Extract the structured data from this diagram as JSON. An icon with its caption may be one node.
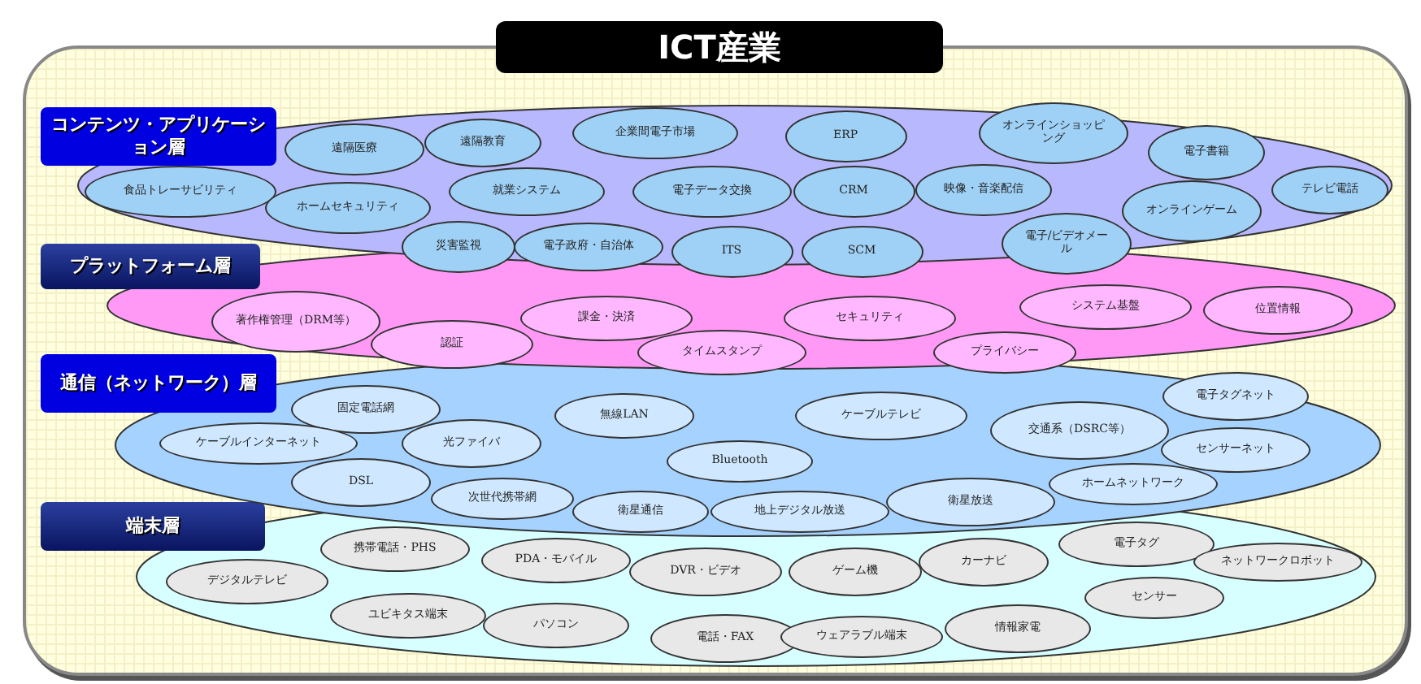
{
  "diagram": {
    "nodes": [
      {
        "text": [
          "ICT産業"
        ]
      },
      {
        "text": [
          "コンテンツ・アプリケーション層"
        ],
        "in": 0
      },
      {
        "text": [
          "遠隔医療"
        ],
        "in": 1
      },
      {
        "text": [
          "遠隔教育"
        ],
        "in": 1
      },
      {
        "text": [
          "企業間電子市場"
        ],
        "in": 1
      },
      {
        "text": [
          "ERP"
        ],
        "in": 1
      },
      {
        "text": [
          "オンラインショッピング"
        ],
        "in": 1
      },
      {
        "text": [
          "電子書籍"
        ],
        "in": 1
      },
      {
        "text": [
          "食品トレーサビリティ"
        ],
        "in": 1
      },
      {
        "text": [
          "ホームセキュリティ"
        ],
        "in": 1
      },
      {
        "text": [
          "就業システム"
        ],
        "in": 1
      },
      {
        "text": [
          "電子データ交換"
        ],
        "in": 1
      },
      {
        "text": [
          "CRM"
        ],
        "in": 1
      },
      {
        "text": [
          "映像・音楽配信"
        ],
        "in": 1
      },
      {
        "text": [
          "オンラインゲーム"
        ],
        "in": 1
      },
      {
        "text": [
          "テレビ電話"
        ],
        "in": 1
      },
      {
        "text": [
          "災害監視"
        ],
        "in": 1
      },
      {
        "text": [
          "電子政府・自治体"
        ],
        "in": 1
      },
      {
        "text": [
          "ITS"
        ],
        "in": 1
      },
      {
        "text": [
          "SCM"
        ],
        "in": 1
      },
      {
        "text": [
          "電子/ビデオメール"
        ],
        "in": 1
      },
      {
        "text": [
          "プラットフォーム層"
        ],
        "in": 0
      },
      {
        "text": [
          "著作権管理（DRM等）"
        ],
        "in": 21
      },
      {
        "text": [
          "課金・決済"
        ],
        "in": 21
      },
      {
        "text": [
          "セキュリティ"
        ],
        "in": 21
      },
      {
        "text": [
          "システム基盤"
        ],
        "in": 21
      },
      {
        "text": [
          "位置情報"
        ],
        "in": 21
      },
      {
        "text": [
          "認証"
        ],
        "in": 21
      },
      {
        "text": [
          "タイムスタンプ"
        ],
        "in": 21
      },
      {
        "text": [
          "プライバシー"
        ],
        "in": 21
      },
      {
        "text": [
          "通信（ネットワーク）層"
        ],
        "in": 0
      },
      {
        "text": [
          "固定電話網"
        ],
        "in": 30
      },
      {
        "text": [
          "無線LAN"
        ],
        "in": 30
      },
      {
        "text": [
          "ケーブルテレビ"
        ],
        "in": 30
      },
      {
        "text": [
          "電子タグネット"
        ],
        "in": 30
      },
      {
        "text": [
          "交通系（DSRC等）"
        ],
        "in": 30
      },
      {
        "text": [
          "ケーブルインターネット"
        ],
        "in": 30
      },
      {
        "text": [
          "光ファイバ"
        ],
        "in": 30
      },
      {
        "text": [
          "センサーネット"
        ],
        "in": 30
      },
      {
        "text": [
          "Bluetooth"
        ],
        "in": 30
      },
      {
        "text": [
          "DSL"
        ],
        "in": 30
      },
      {
        "text": [
          "ホームネットワーク"
        ],
        "in": 30
      },
      {
        "text": [
          "次世代携帯網"
        ],
        "in": 30
      },
      {
        "text": [
          "衛星放送"
        ],
        "in": 30
      },
      {
        "text": [
          "衛星通信"
        ]
      },
      {
        "text": [
          "地上デジタル放送"
        ]
      },
      {
        "text": [
          "端末層"
        ],
        "in": 0
      },
      {
        "text": [
          "電子タグ"
        ],
        "in": 46
      },
      {
        "text": [
          "携帯電話・PHS"
        ],
        "in": 46
      },
      {
        "text": [
          "PDA・モバイル"
        ],
        "in": 46
      },
      {
        "text": [
          "ネットワークロボット"
        ],
        "in": 46
      },
      {
        "text": [
          "カーナビ"
        ],
        "in": 46
      },
      {
        "text": [
          "DVR・ビデオ"
        ],
        "in": 46
      },
      {
        "text": [
          "ゲーム機"
        ],
        "in": 46
      },
      {
        "text": [
          "デジタルテレビ"
        ],
        "in": 46
      },
      {
        "text": [
          "センサー"
        ],
        "in": 46
      },
      {
        "text": [
          "ユビキタス端末"
        ],
        "in": 46
      },
      {
        "text": [
          "パソコン"
        ],
        "in": 46
      },
      {
        "text": [
          "情報家電"
        ],
        "in": 46
      },
      {
        "text": [
          "電話・FAX"
        ],
        "in": 46
      },
      {
        "text": [
          "ウェアラブル端末"
        ],
        "in": 46
      }
    ]
  }
}
